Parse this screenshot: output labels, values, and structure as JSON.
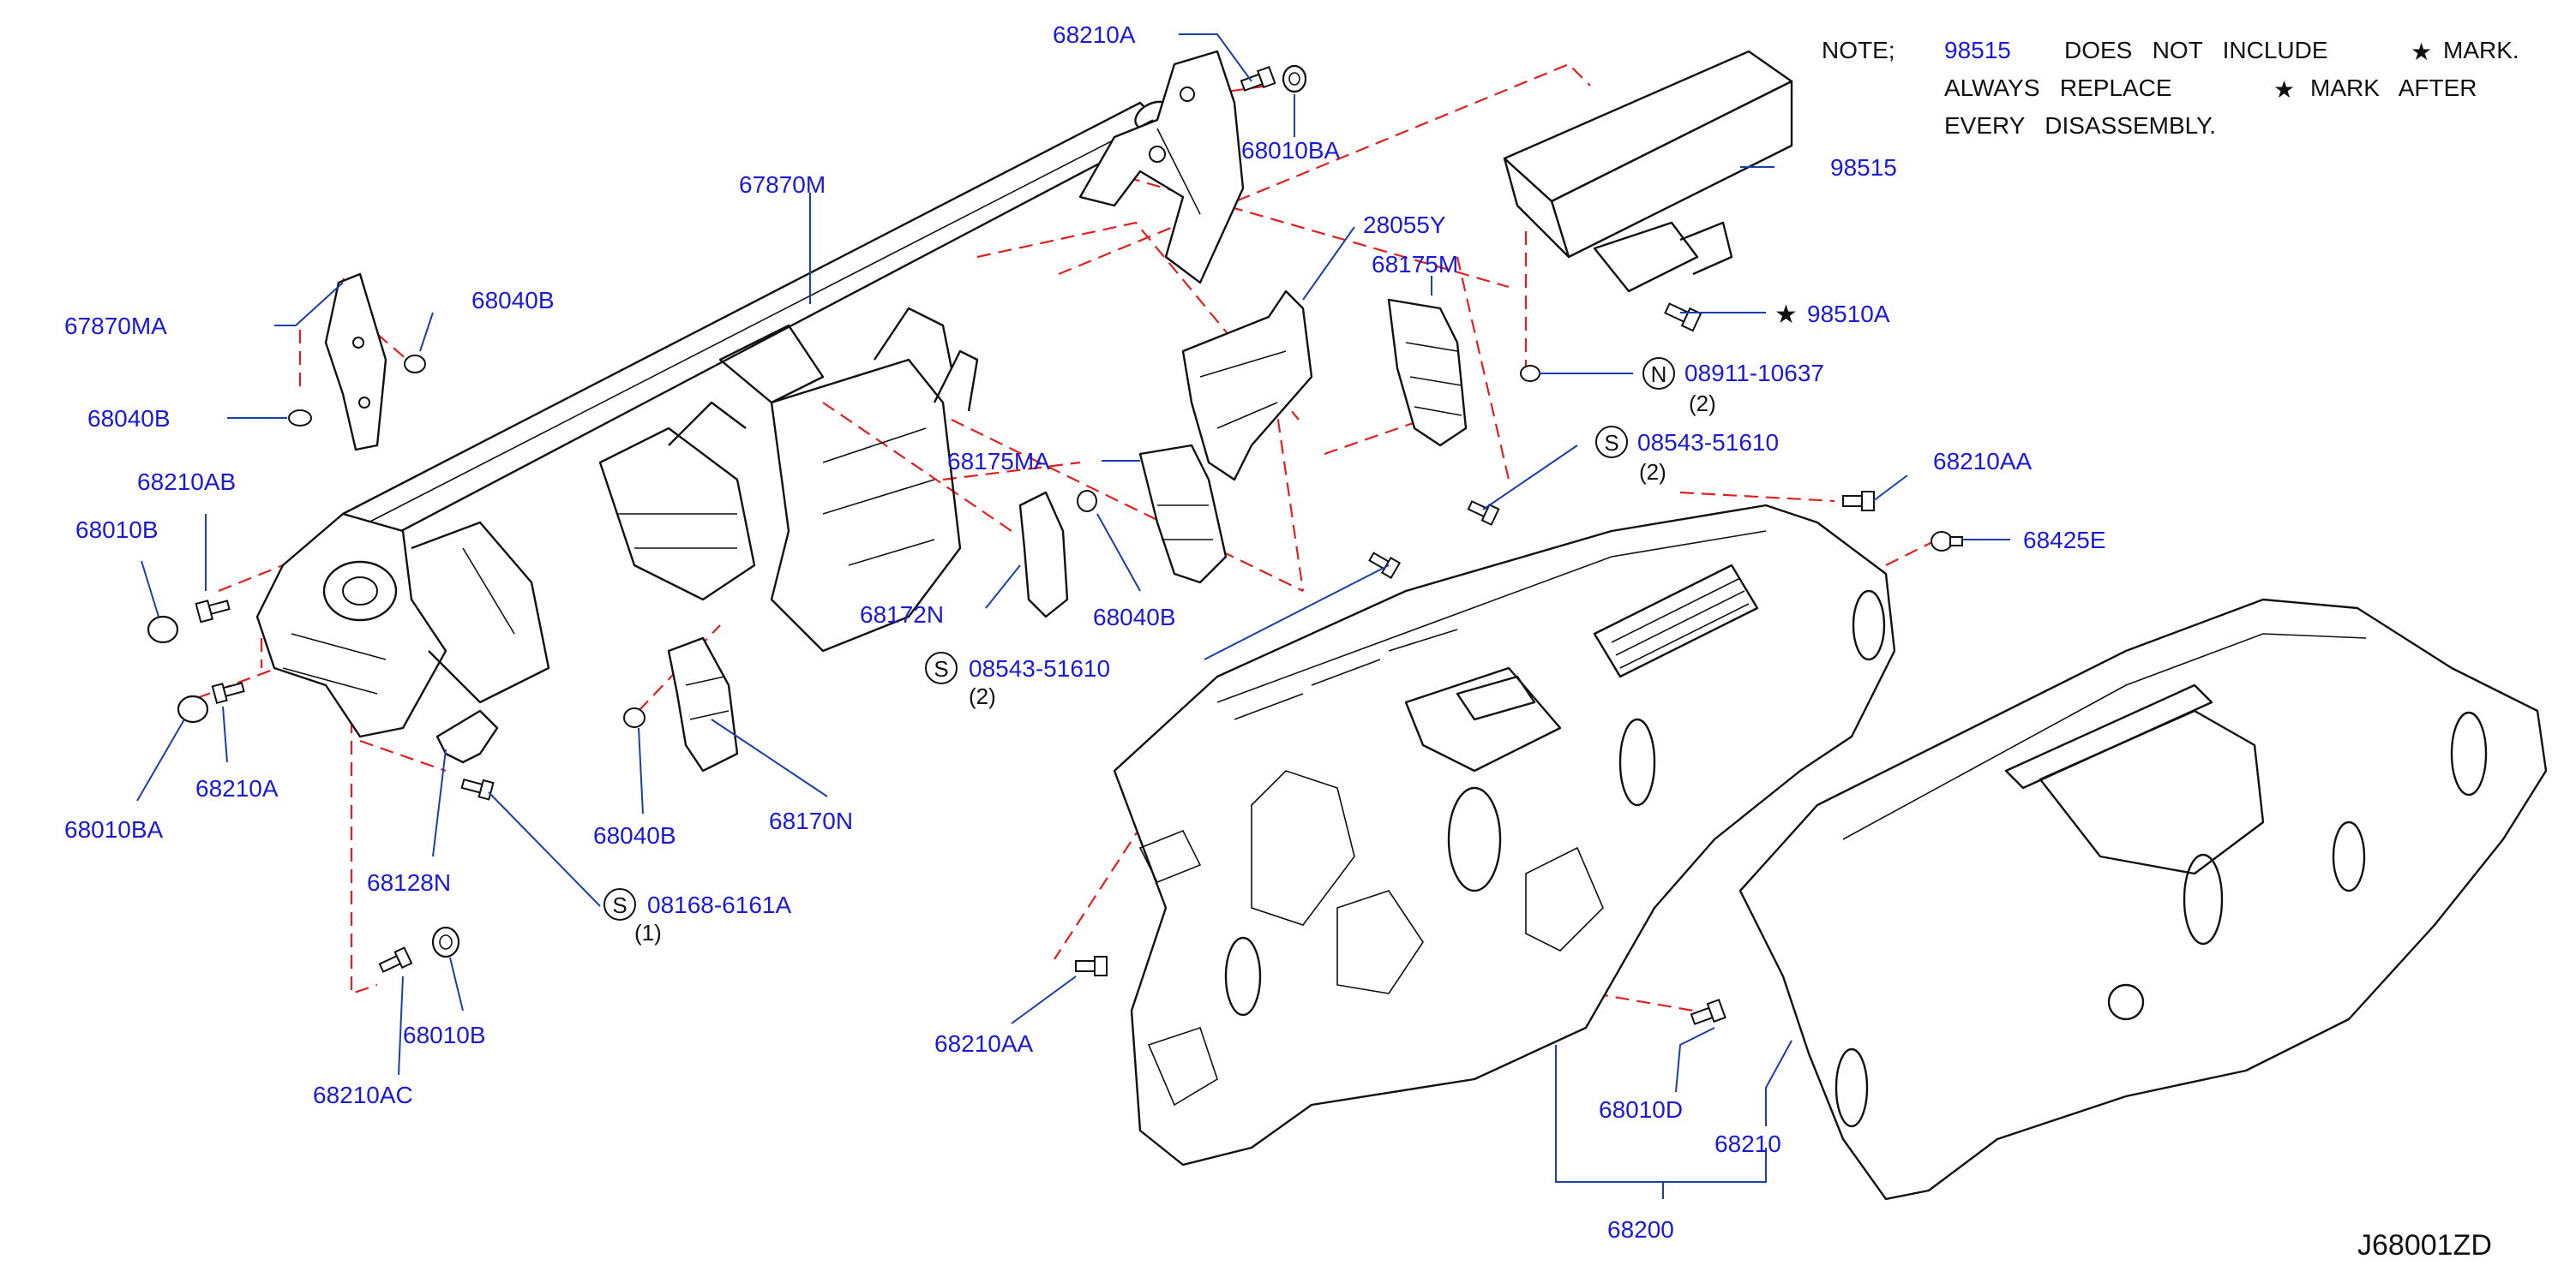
{
  "diagram_code": "J68001ZD",
  "note": {
    "prefix": "NOTE;",
    "part_ref": "98515",
    "line1_rest": "DOES   NOT   INCLUDE",
    "line1_end": "MARK.",
    "line2_start": "ALWAYS   REPLACE",
    "line2_end": "MARK   AFTER",
    "line3": "EVERY   DISASSEMBLY."
  },
  "labels": {
    "l_68210A_top": "68210A",
    "l_68010BA_top": "68010BA",
    "l_67870M": "67870M",
    "l_98515": "98515",
    "l_98510A": "98510A",
    "l_28055Y": "28055Y",
    "l_68175M": "68175M",
    "l_08911": "08911-10637",
    "l_08911_qty": "(2)",
    "l_08543_r": "08543-51610",
    "l_08543_r_qty": "(2)",
    "l_68210AA_r": "68210AA",
    "l_68425E": "68425E",
    "l_67870MA": "67870MA",
    "l_68040B_a": "68040B",
    "l_68040B_b": "68040B",
    "l_68210AB": "68210AB",
    "l_68010B_l": "68010B",
    "l_68175MA": "68175MA",
    "l_68172N": "68172N",
    "l_68040B_c": "68040B",
    "l_08543_l": "08543-51610",
    "l_08543_l_qty": "(2)",
    "l_68010BA_l": "68010BA",
    "l_68210A_l": "68210A",
    "l_68040B_d": "68040B",
    "l_68170N": "68170N",
    "l_68128N": "68128N",
    "l_08168": "08168-6161A",
    "l_08168_qty": "(1)",
    "l_68010B_b": "68010B",
    "l_68210AC": "68210AC",
    "l_68210AA_b": "68210AA",
    "l_68010D": "68010D",
    "l_68210": "68210",
    "l_68200": "68200"
  },
  "symbols": {
    "s_08911": "N",
    "s_08543_r": "S",
    "s_08543_l": "S",
    "s_08168": "S"
  },
  "colors": {
    "label": "#1a1ad6",
    "leader": "#1a3fa8",
    "dashed": "#e02020",
    "line": "#111111"
  }
}
